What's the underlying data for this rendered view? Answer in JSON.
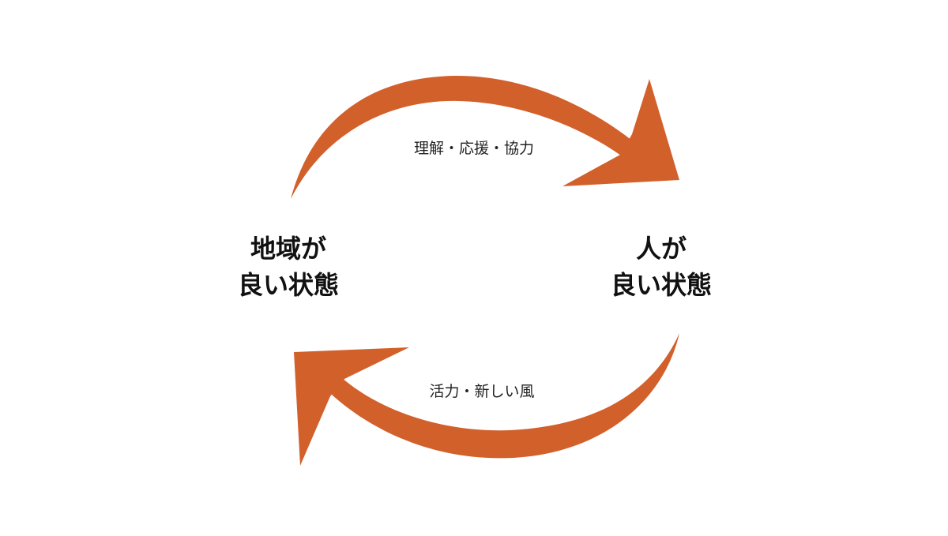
{
  "diagram": {
    "nodes": {
      "left": {
        "line1": "地域が",
        "line2": "良い状態"
      },
      "right": {
        "line1": "人が",
        "line2": "良い状態"
      }
    },
    "edges": {
      "top": {
        "label": "理解・応援・協力",
        "direction": "left-to-right"
      },
      "bottom": {
        "label": "活力・新しい風",
        "direction": "right-to-left"
      }
    },
    "colors": {
      "arrow": "#D2602B",
      "text": "#111111",
      "background": "#FFFFFF"
    }
  }
}
